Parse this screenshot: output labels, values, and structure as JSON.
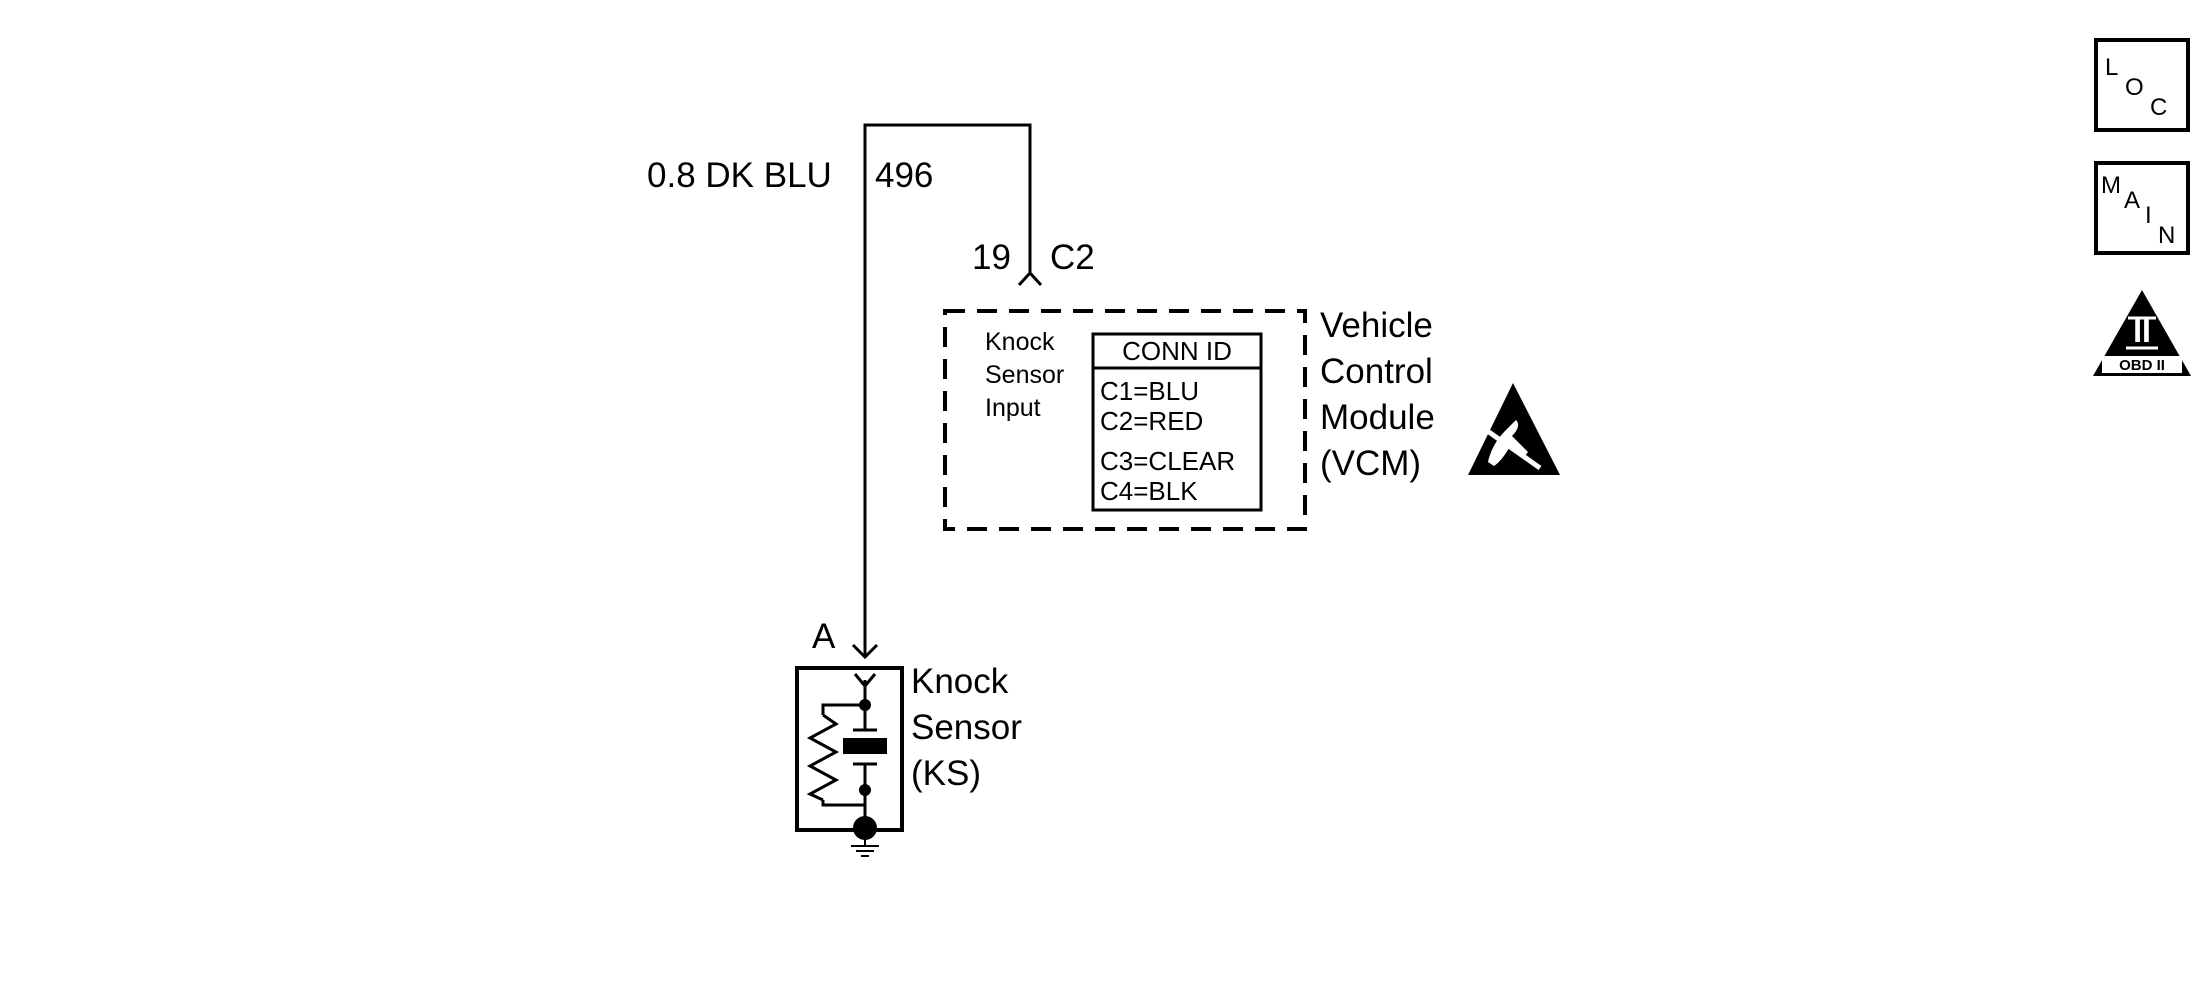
{
  "wire": {
    "gauge_color": "0.8 DK BLU",
    "circuit": "496"
  },
  "vcm_connector": {
    "pin": "19",
    "connector": "C2"
  },
  "vcm": {
    "input_label": [
      "Knock",
      "Sensor",
      "Input"
    ],
    "name": [
      "Vehicle",
      "Control",
      "Module",
      "(VCM)"
    ],
    "conn_id": {
      "header": "CONN ID",
      "rows": [
        "C1=BLU",
        "C2=RED",
        "C3=CLEAR",
        "C4=BLK"
      ]
    }
  },
  "sensor": {
    "terminal": "A",
    "name": [
      "Knock",
      "Sensor",
      "(KS)"
    ]
  },
  "nav_icons": {
    "loc": [
      "L",
      "O",
      "C"
    ],
    "main": [
      "M",
      "A",
      "I",
      "N"
    ],
    "obd": {
      "numeral": "II",
      "label": "OBD II"
    }
  },
  "icons": [
    "esd-warning-icon",
    "loc-nav-icon",
    "main-nav-icon",
    "obd-ii-icon",
    "ground-icon"
  ]
}
